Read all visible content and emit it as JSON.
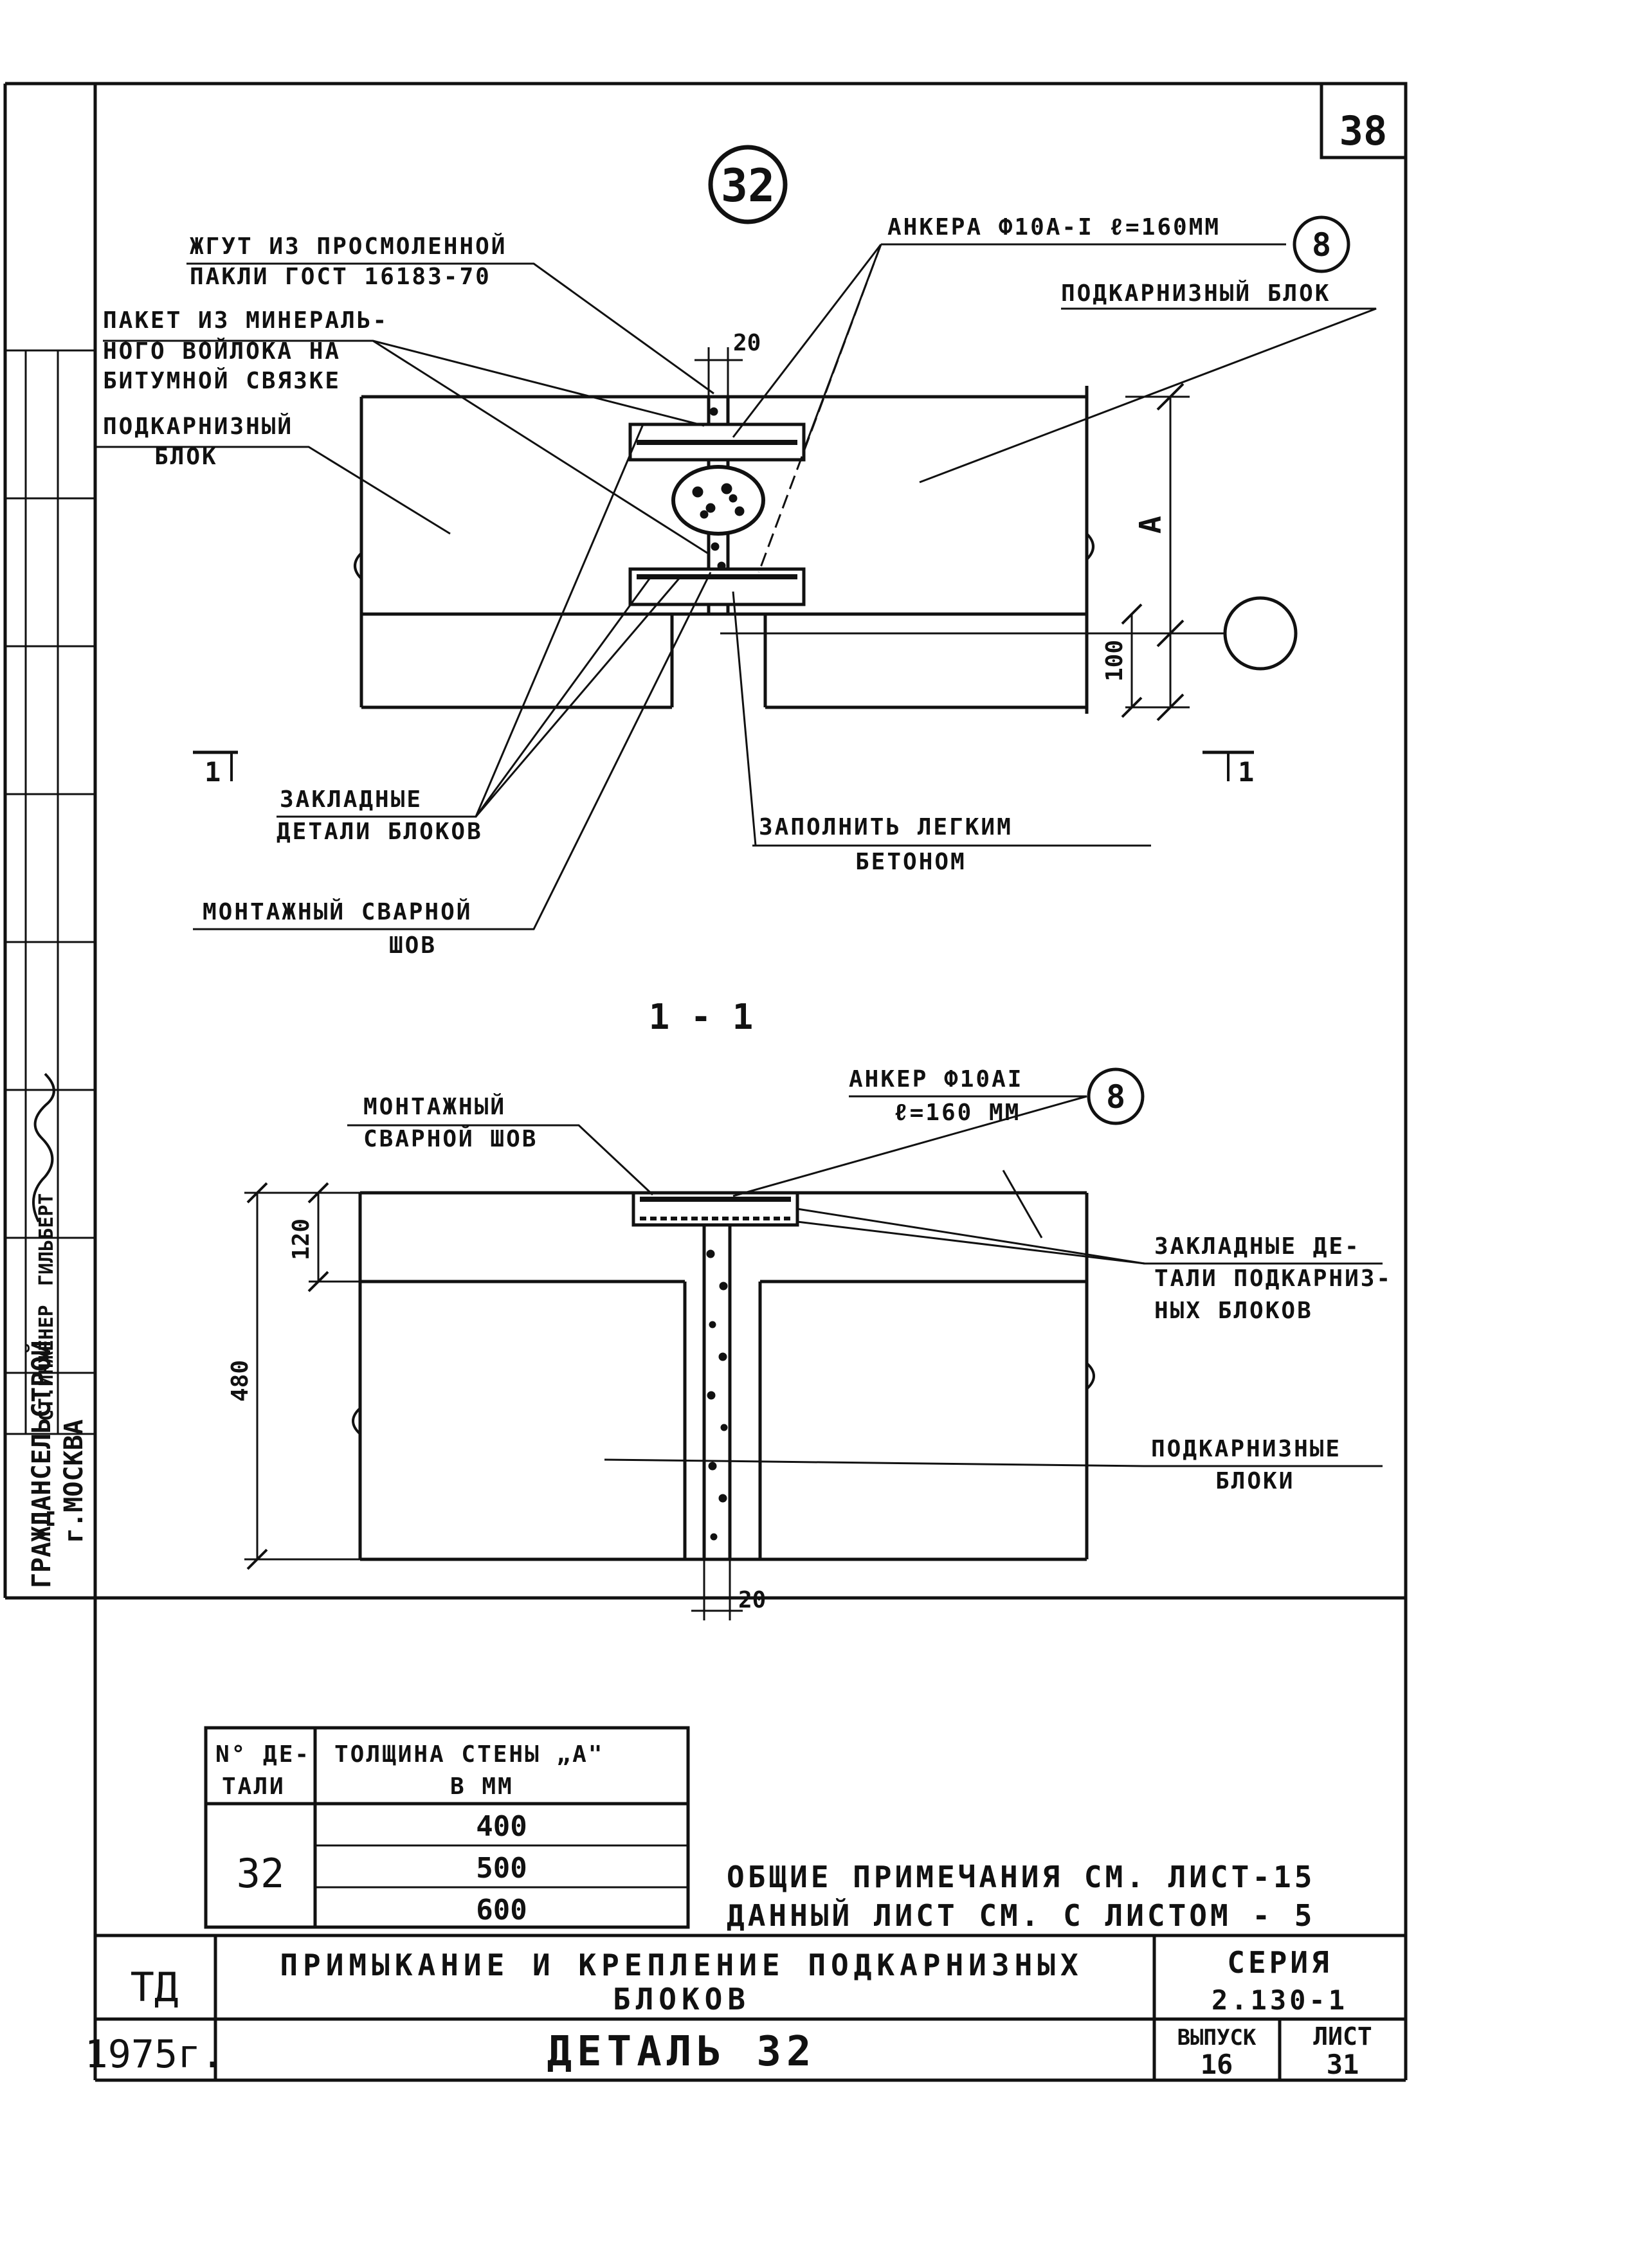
{
  "sheet_number": "38",
  "detail_number_circle": "32",
  "section_mark": "1 - 1",
  "section_arrow_label": "1",
  "top_view": {
    "label_tow": [
      "ЖГУТ ИЗ ПРОСМОЛЕННОЙ",
      "ПАКЛИ ГОСТ 16183-70"
    ],
    "label_felt": [
      "ПАКЕТ ИЗ МИНЕРАЛЬ-",
      "НОГО ВОЙЛОКА НА",
      "БИТУМНОЙ СВЯЗКЕ"
    ],
    "label_block_left": [
      "ПОДКАРНИЗНЫЙ",
      "БЛОК"
    ],
    "label_anchors": "АНКЕРА Ф10А-I ℓ=160ММ",
    "anchor_ref": "8",
    "label_block_right": "ПОДКАРНИЗНЫЙ БЛОК",
    "label_embedded": [
      "ЗАКЛАДНЫЕ",
      "ДЕТАЛИ БЛОКОВ"
    ],
    "label_fill": [
      "ЗАПОЛНИТЬ ЛЕГКИМ",
      "БЕТОНОМ"
    ],
    "label_weld": [
      "МОНТАЖНЫЙ СВАРНОЙ",
      "ШОВ"
    ],
    "dim_gap": "20",
    "dim_a": "А",
    "dim_100": "100"
  },
  "section_view": {
    "label_weld": [
      "МОНТАЖНЫЙ",
      "СВАРНОЙ ШОВ"
    ],
    "label_anchor": [
      "АНКЕР Ф10АI",
      "ℓ=160 ММ"
    ],
    "anchor_ref": "8",
    "label_embedded": [
      "ЗАКЛАДНЫЕ ДЕ-",
      "ТАЛИ ПОДКАРНИЗ-",
      "НЫХ БЛОКОВ"
    ],
    "label_blocks": [
      "ПОДКАРНИЗНЫЕ",
      "БЛОКИ"
    ],
    "dim_120": "120",
    "dim_480": "480",
    "dim_gap": "20"
  },
  "table": {
    "header_detail": [
      "N° ДЕ-",
      "ТАЛИ"
    ],
    "header_thickness": [
      "ТОЛЩИНА СТЕНЫ „А\"",
      "В ММ"
    ],
    "detail": "32",
    "rows": [
      "400",
      "500",
      "600"
    ]
  },
  "notes": [
    "ОБЩИЕ ПРИМЕЧАНИЯ СМ. ЛИСТ-15",
    "ДАННЫЙ ЛИСТ СМ. С ЛИСТОМ - 5"
  ],
  "title_block": {
    "org": "ТД",
    "year": "1975г.",
    "title": [
      "ПРИМЫКАНИЕ И КРЕПЛЕНИЕ ПОДКАРНИЗНЫХ",
      "БЛОКОВ"
    ],
    "subtitle": "ДЕТАЛЬ 32",
    "series_label": "СЕРИЯ",
    "series_value": "2.130-1",
    "issue_label": "ВЫПУСК",
    "issue_value": "16",
    "sheet_label": "ЛИСТ",
    "sheet_value": "31"
  },
  "margin": {
    "org_vertical": [
      "ГРАЖДАНСЕЛЬСТРОЙ",
      "г.МОСКВА"
    ],
    "engineer": "СТ.ИНЖЕНЕР",
    "name": "ГИЛЬБЕРТ"
  }
}
